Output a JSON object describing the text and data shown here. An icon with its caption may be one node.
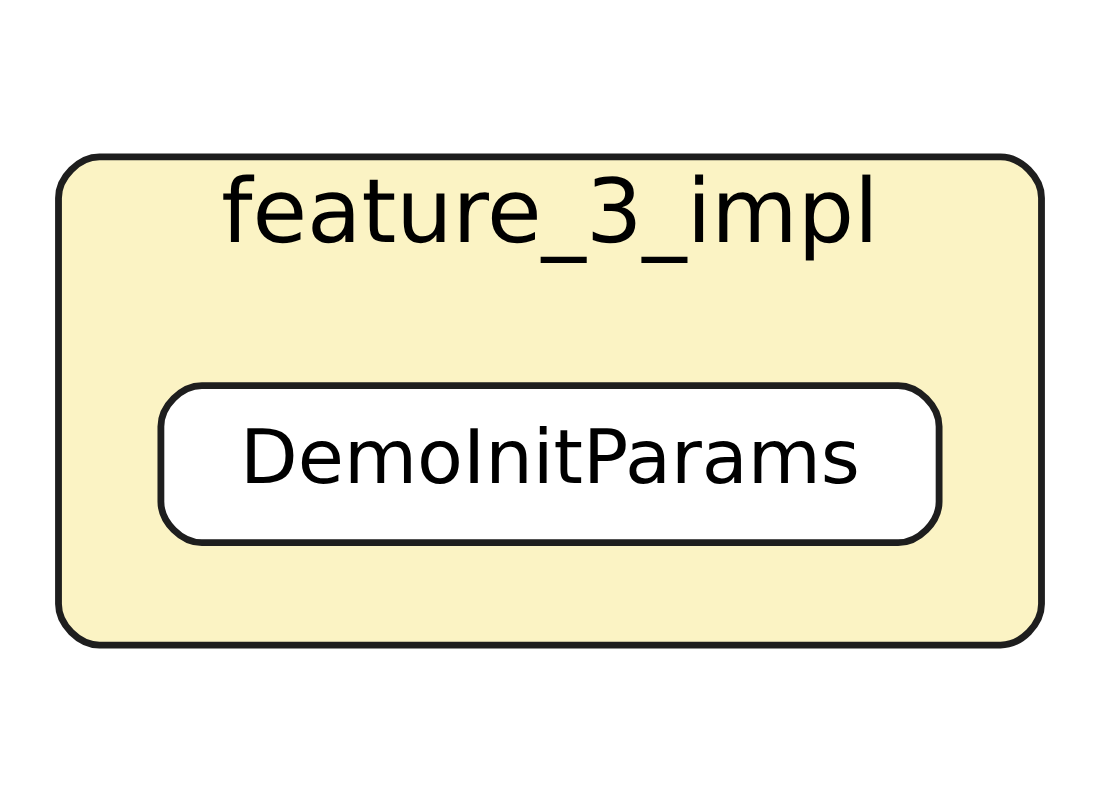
{
  "diagram": {
    "nodes": [
      {
        "text": [
          "feature_3_impl"
        ]
      },
      {
        "text": [
          "DemoInitParams"
        ],
        "in": 0
      }
    ]
  }
}
